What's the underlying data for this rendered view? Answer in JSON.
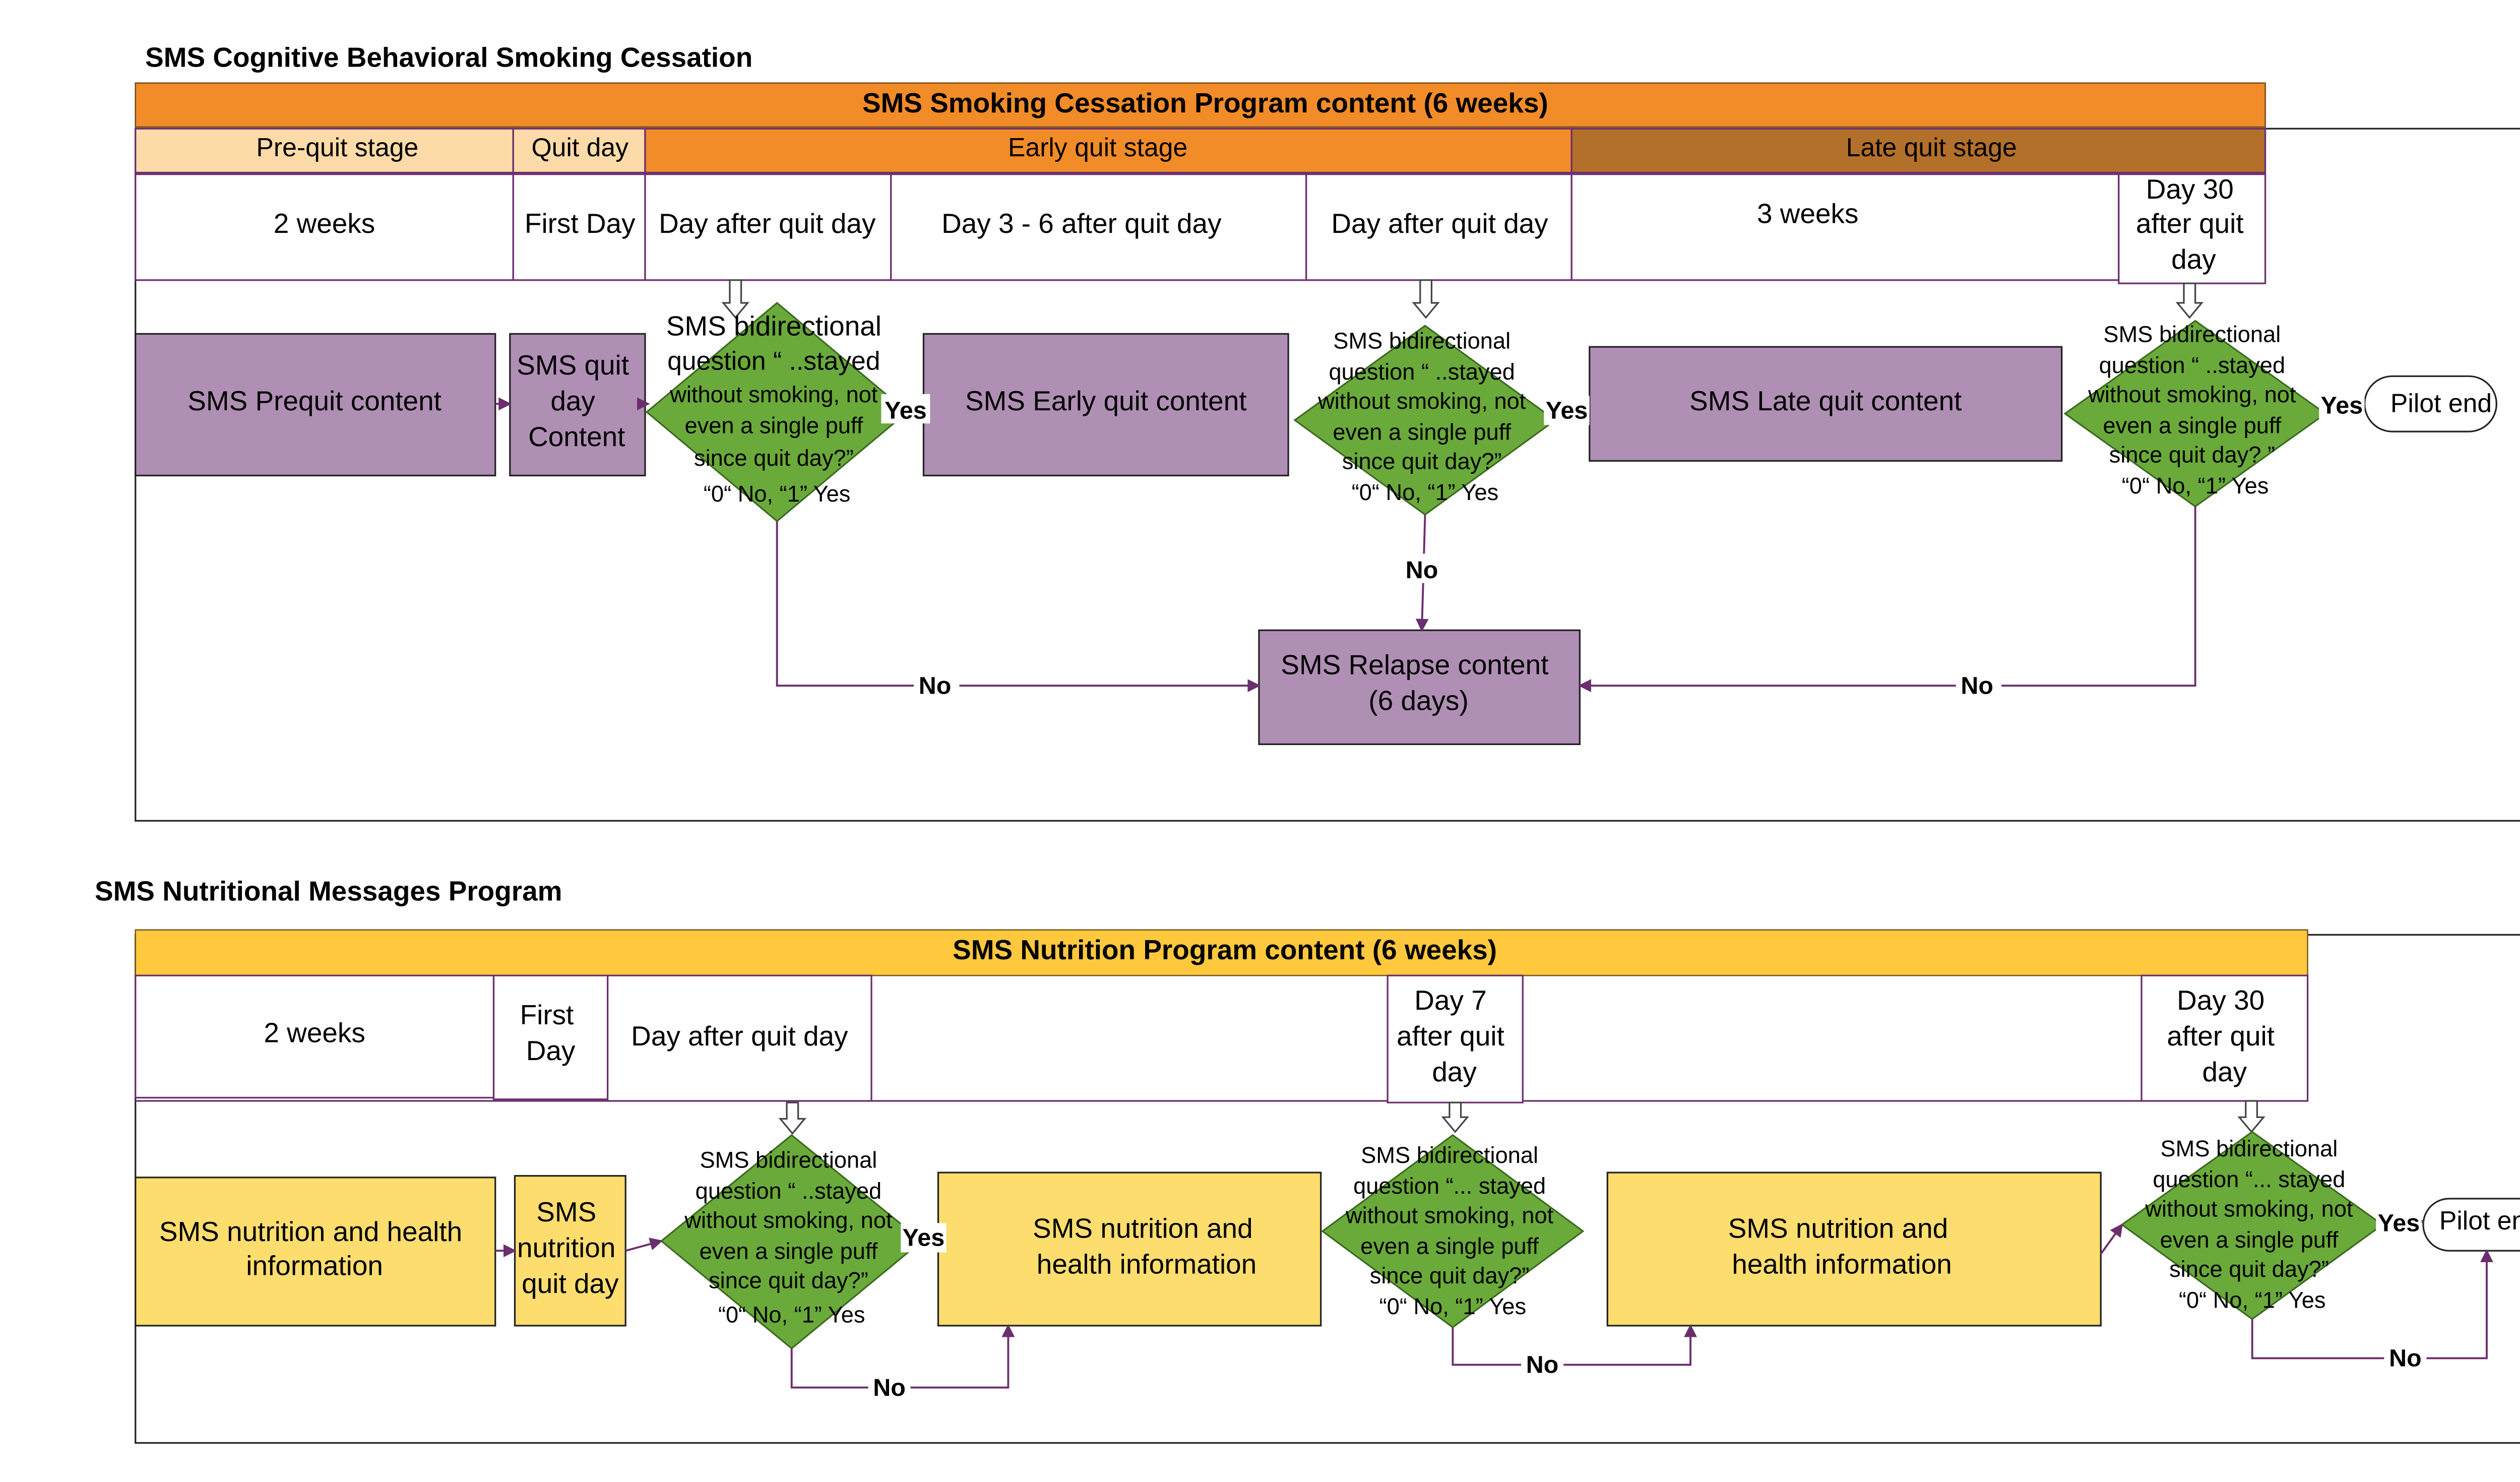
{
  "colors": {
    "orange": "#F28C28",
    "light_orange": "#FDDBA8",
    "dark_orange": "#B3702A",
    "purple_box": "#B08FB5",
    "purple_line": "#6B2E6E",
    "green": "#6AAA3A",
    "yellow": "#FFC83D",
    "light_yellow": "#FCDD6E"
  },
  "cessation": {
    "title": "SMS Cognitive Behavioral Smoking Cessation",
    "banner": "SMS Smoking Cessation Program content  (6 weeks)",
    "stages": {
      "prequit": "Pre-quit stage",
      "quit_day": "Quit day",
      "early": "Early quit stage",
      "late": "Late quit stage"
    },
    "timing": {
      "two_weeks": "2 weeks",
      "first_day": "First Day",
      "day_after_1": "Day after quit day",
      "day_3_6": "Day 3 - 6  after quit day",
      "day_after_2": "Day after quit day",
      "three_weeks": "3 weeks",
      "day30": [
        "Day 30",
        "after quit",
        "day"
      ]
    },
    "boxes": {
      "prequit": "SMS Prequit content",
      "quit_day": [
        "SMS quit",
        "day",
        "Content"
      ],
      "early": "SMS Early quit content",
      "late": "SMS Late quit content",
      "relapse": [
        "SMS Relapse content",
        "(6 days)"
      ]
    },
    "decision1": [
      "SMS bidirectional",
      "question “ ..stayed",
      "without smoking, not",
      "even a single puff",
      "since quit day?”",
      "“0“ No, “1” Yes"
    ],
    "decision2": [
      "SMS bidirectional",
      "question “ ..stayed",
      "without smoking, not",
      "even a single puff",
      "since quit day?”",
      "“0“ No, “1” Yes"
    ],
    "decision3": [
      "SMS bidirectional",
      "question “ ..stayed",
      "without smoking, not",
      "even a single puff",
      "since quit day? ”",
      "“0“ No, “1” Yes"
    ],
    "labels": {
      "yes": "Yes",
      "no": "No"
    },
    "end": "Pilot end"
  },
  "nutrition": {
    "title": "SMS Nutritional Messages Program",
    "banner": "SMS Nutrition Program content  (6 weeks)",
    "timing": {
      "two_weeks": "2 weeks",
      "first_day": [
        "First",
        "Day"
      ],
      "day_after": "Day after quit day",
      "day7": [
        "Day 7",
        "after quit",
        "day"
      ],
      "day30": [
        "Day 30",
        "after quit",
        "day"
      ]
    },
    "boxes": {
      "info1": [
        "SMS nutrition and health",
        "information"
      ],
      "quit_day": [
        "SMS",
        "nutrition",
        "quit day"
      ],
      "info2": [
        "SMS nutrition and",
        "health information"
      ],
      "info3": [
        "SMS nutrition and",
        "health information"
      ]
    },
    "decision1": [
      "SMS bidirectional",
      "question “ ..stayed",
      "without smoking, not",
      "even a single puff",
      "since quit day?”",
      "“0“ No, “1” Yes"
    ],
    "decision2": [
      "SMS bidirectional",
      "question “... stayed",
      "without smoking, not",
      "even a single puff",
      "since quit day?”",
      "“0“ No, “1” Yes"
    ],
    "decision3": [
      "SMS bidirectional",
      "question “... stayed",
      "without smoking, not",
      "even a single puff",
      "since quit day?”",
      "“0“ No, “1” Yes"
    ],
    "labels": {
      "yes": "Yes",
      "no": "No"
    },
    "end": "Pilot end"
  }
}
